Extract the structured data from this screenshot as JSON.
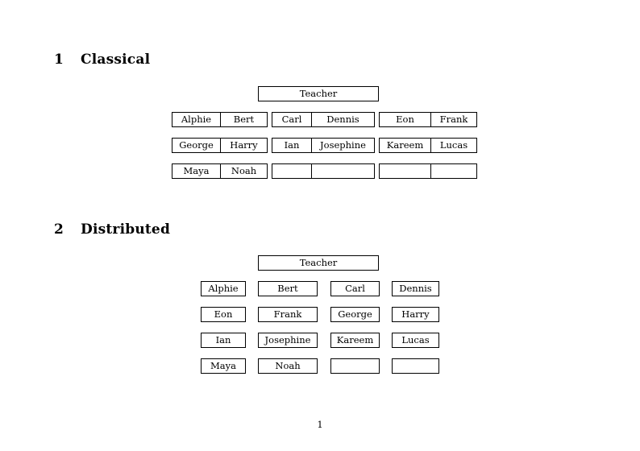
{
  "document": {
    "page_number": "1"
  },
  "sections": [
    {
      "number": "1",
      "title": "Classical",
      "teacher_label": "Teacher",
      "layout": "grouped-pairs",
      "groups": [
        {
          "name": "left-group",
          "rows": [
            [
              "Alphie",
              "Bert"
            ],
            [
              "George",
              "Harry"
            ],
            [
              "Maya",
              "Noah"
            ]
          ]
        },
        {
          "name": "center-group",
          "rows": [
            [
              "Carl",
              "Dennis"
            ],
            [
              "Ian",
              "Josephine"
            ],
            [
              "",
              ""
            ]
          ]
        },
        {
          "name": "right-group",
          "rows": [
            [
              "Eon",
              "Frank"
            ],
            [
              "Kareem",
              "Lucas"
            ],
            [
              "",
              ""
            ]
          ]
        }
      ]
    },
    {
      "number": "2",
      "title": "Distributed",
      "teacher_label": "Teacher",
      "layout": "separate-desks",
      "rows": [
        [
          "Alphie",
          "Bert",
          "Carl",
          "Dennis"
        ],
        [
          "Eon",
          "Frank",
          "George",
          "Harry"
        ],
        [
          "Ian",
          "Josephine",
          "Kareem",
          "Lucas"
        ],
        [
          "Maya",
          "Noah",
          "",
          ""
        ]
      ]
    }
  ],
  "colors": {
    "page_background": "#ffffff",
    "text": "#000000",
    "border": "#000000"
  }
}
